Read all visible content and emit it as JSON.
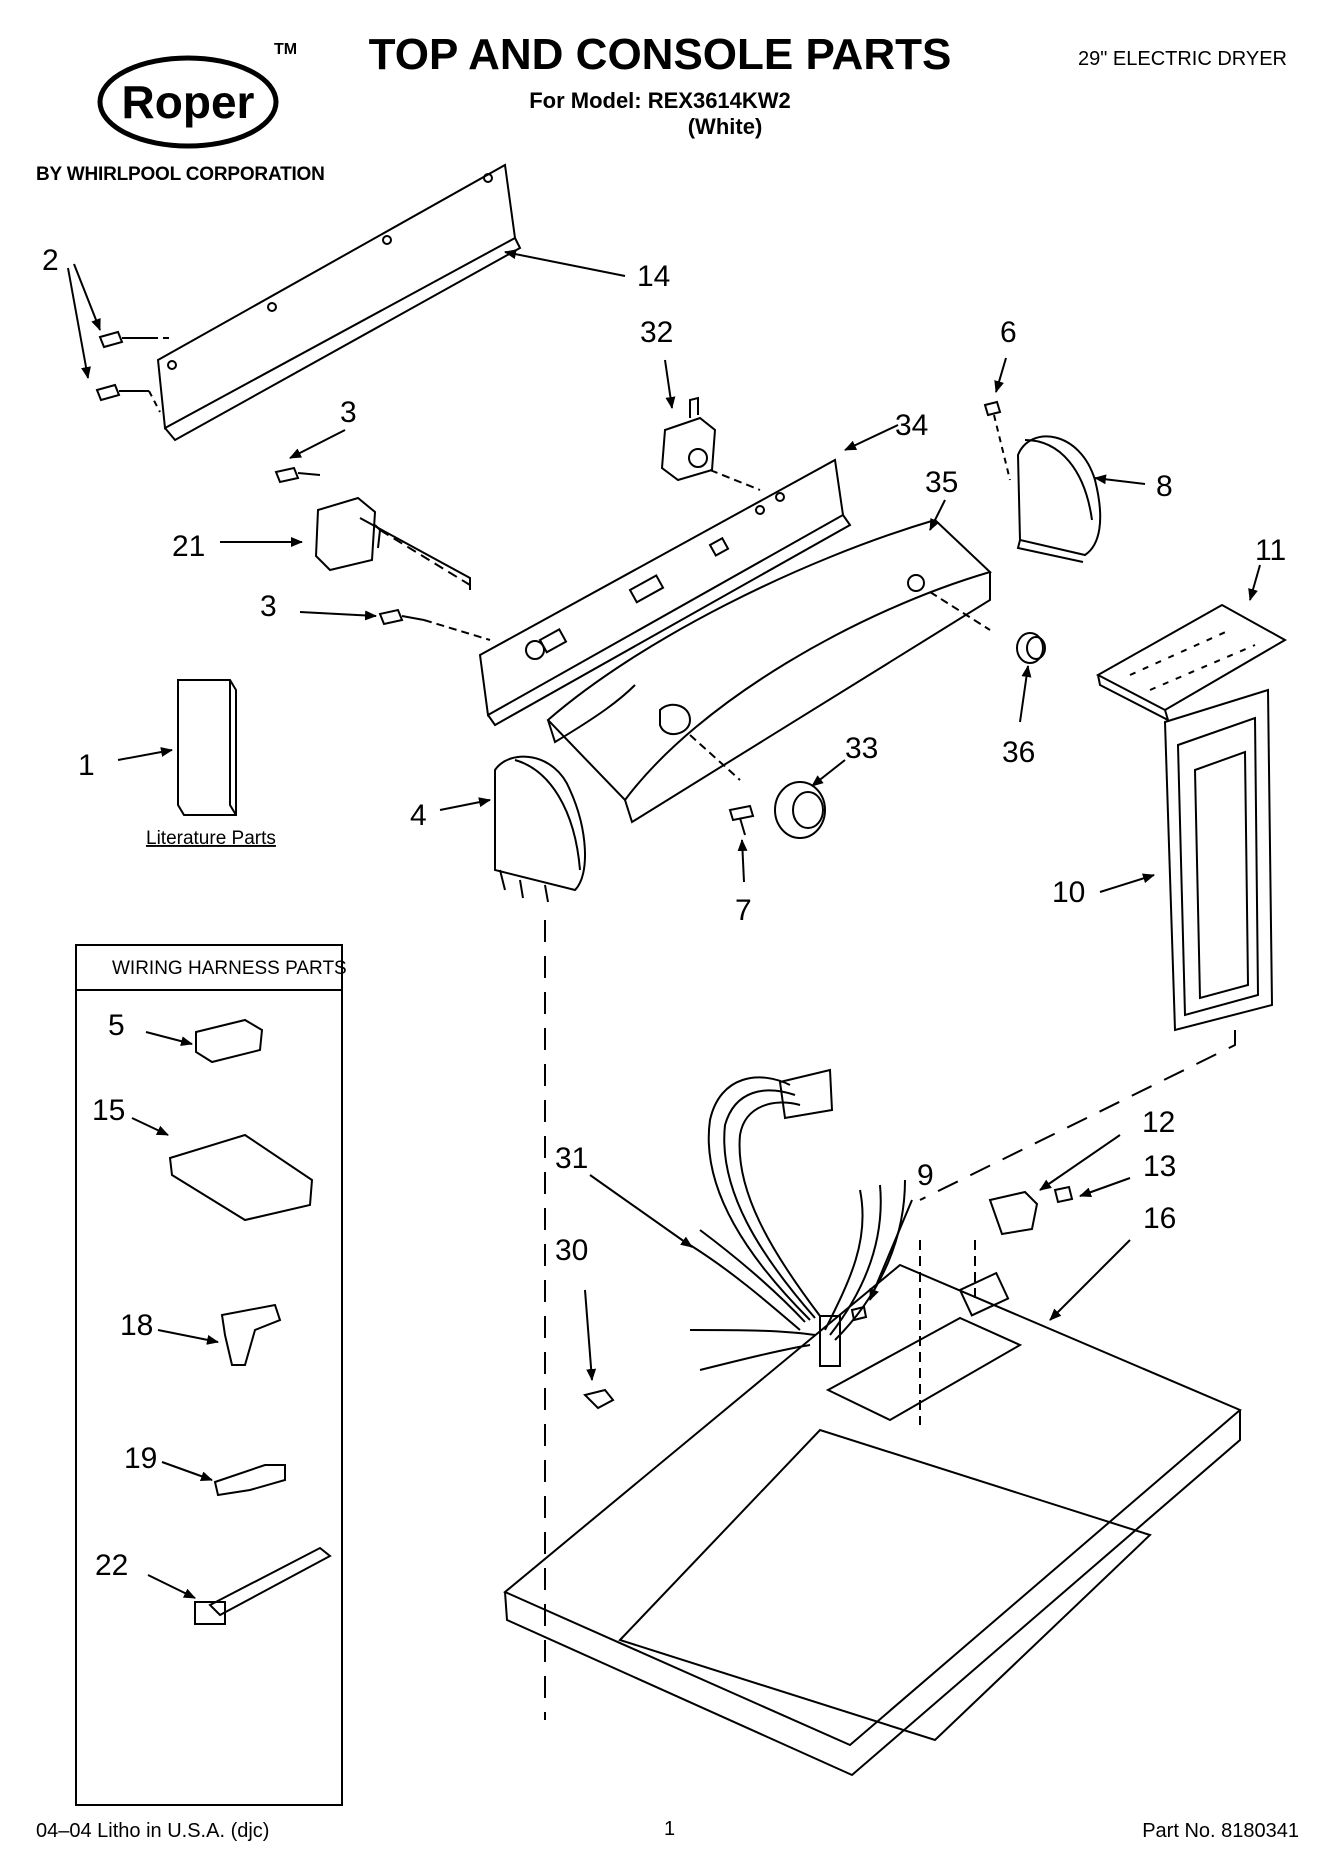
{
  "brand": {
    "logo_text": "Roper",
    "trademark": "TM",
    "byline": "BY WHIRLPOOL CORPORATION"
  },
  "header": {
    "title": "TOP AND CONSOLE PARTS",
    "model_line": "For Model: REX3614KW2",
    "color_line": "(White)",
    "product": "29\" ELECTRIC DRYER"
  },
  "callouts": {
    "c1": "1",
    "c2": "2",
    "c3a": "3",
    "c3b": "3",
    "c4": "4",
    "c5": "5",
    "c6": "6",
    "c7": "7",
    "c8": "8",
    "c9": "9",
    "c10": "10",
    "c11": "11",
    "c12": "12",
    "c13": "13",
    "c14": "14",
    "c15": "15",
    "c16": "16",
    "c18": "18",
    "c19": "19",
    "c21": "21",
    "c22": "22",
    "c30": "30",
    "c31": "31",
    "c32": "32",
    "c33": "33",
    "c34": "34",
    "c35": "35",
    "c36": "36"
  },
  "labels": {
    "literature": "Literature Parts",
    "wiring_box_title": "WIRING HARNESS PARTS"
  },
  "footer": {
    "litho": "04–04 Litho in U.S.A. (djc)",
    "page": "1",
    "part_no": "Part No. 8180341"
  }
}
